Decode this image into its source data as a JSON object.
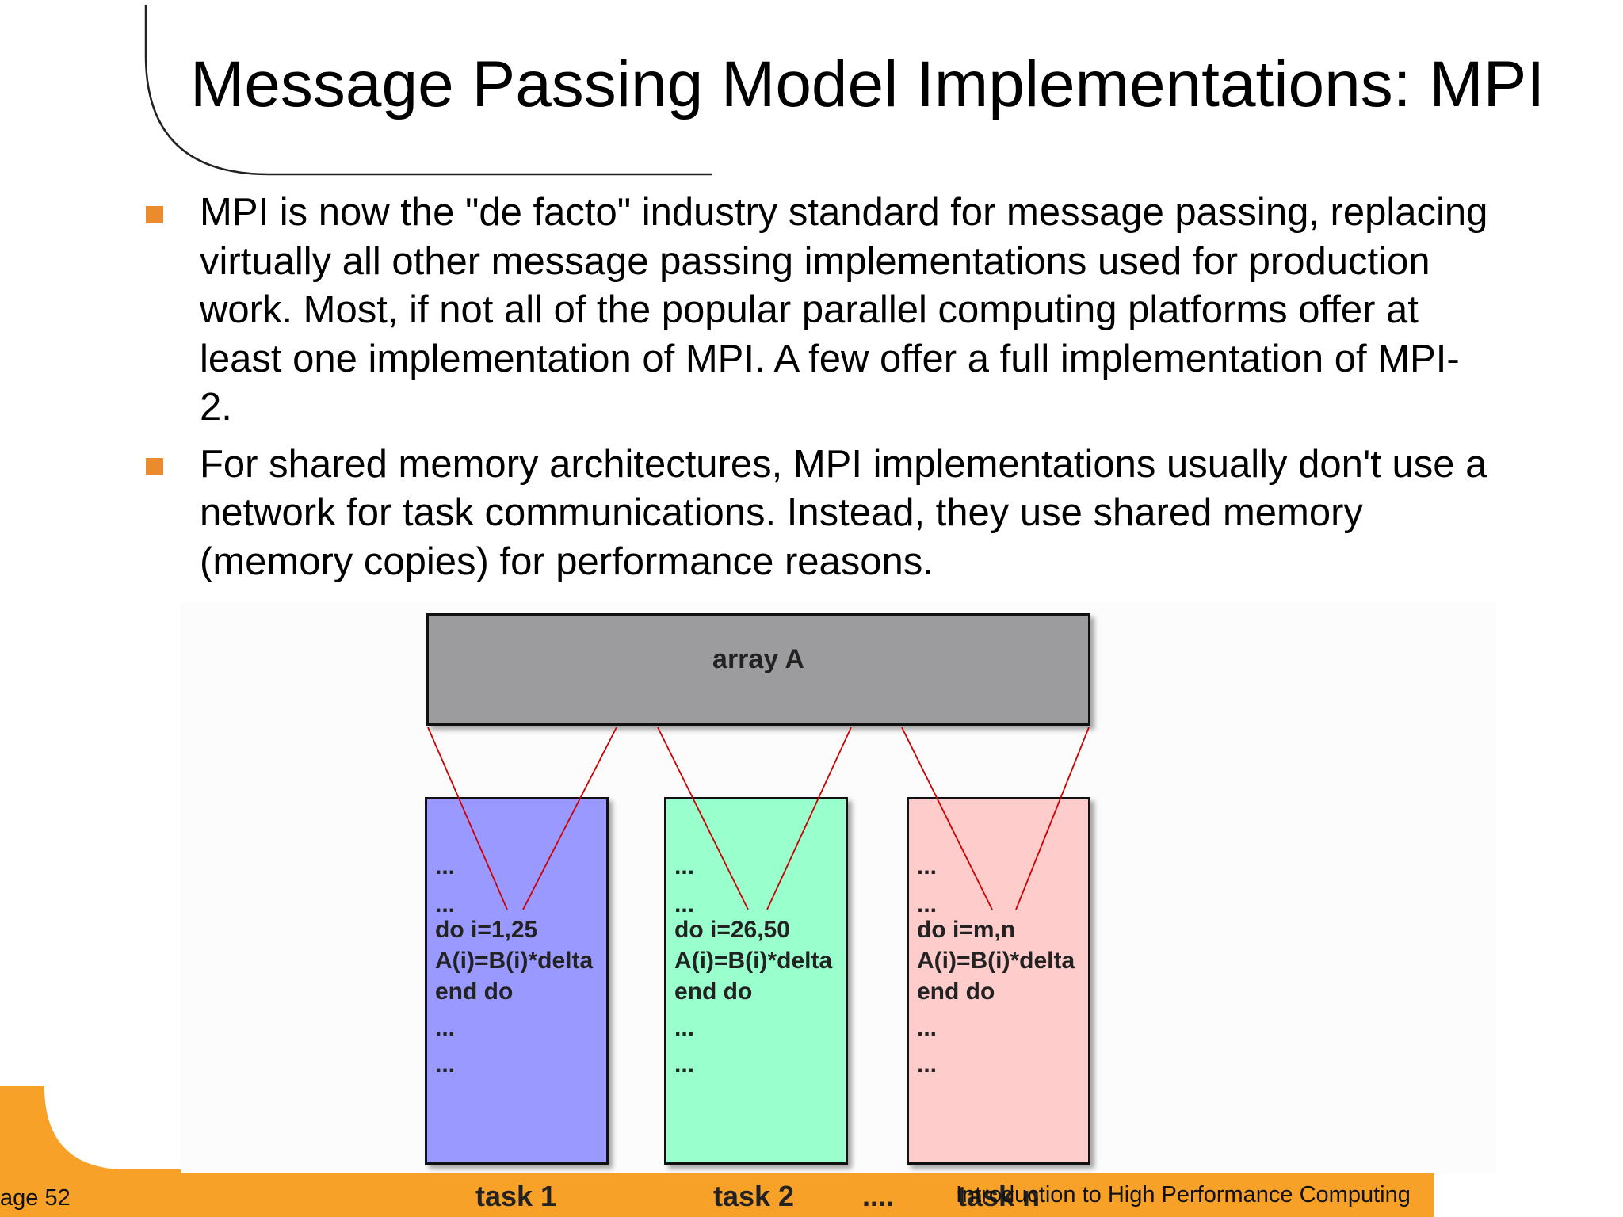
{
  "slide": {
    "title": "Message Passing Model Implementations: MPI",
    "bullets": [
      "MPI is now the \"de facto\" industry standard for message passing, replacing virtually all other message passing implementations used for production work. Most, if not all of the popular parallel computing platforms offer at least one implementation of MPI. A few offer a full implementation of MPI-2.",
      "For shared memory architectures, MPI implementations usually don't use a network for task communications. Instead, they use shared memory (memory copies) for performance reasons."
    ]
  },
  "diagram": {
    "array_label": "array A",
    "tasks": [
      {
        "label": "task 1",
        "color": "#9999ff",
        "code": [
          "...",
          "...",
          "do i=1,25",
          "A(i)=B(i)*delta",
          "end do",
          "...",
          "..."
        ]
      },
      {
        "label": "task 2",
        "color": "#99ffcc",
        "code": [
          "...",
          "...",
          "do i=26,50",
          "A(i)=B(i)*delta",
          "end do",
          "...",
          "..."
        ]
      },
      {
        "label": "task n",
        "color": "#ffcccc",
        "code": [
          "...",
          "...",
          "do i=m,n",
          "A(i)=B(i)*delta",
          "end do",
          "...",
          "..."
        ]
      }
    ],
    "ellipsis": "....",
    "connector_color": "#cc0000"
  },
  "footer": {
    "page_label": "age 52",
    "course_title": "Introduction to High Performance Computing",
    "bar_color": "#f7a128"
  }
}
